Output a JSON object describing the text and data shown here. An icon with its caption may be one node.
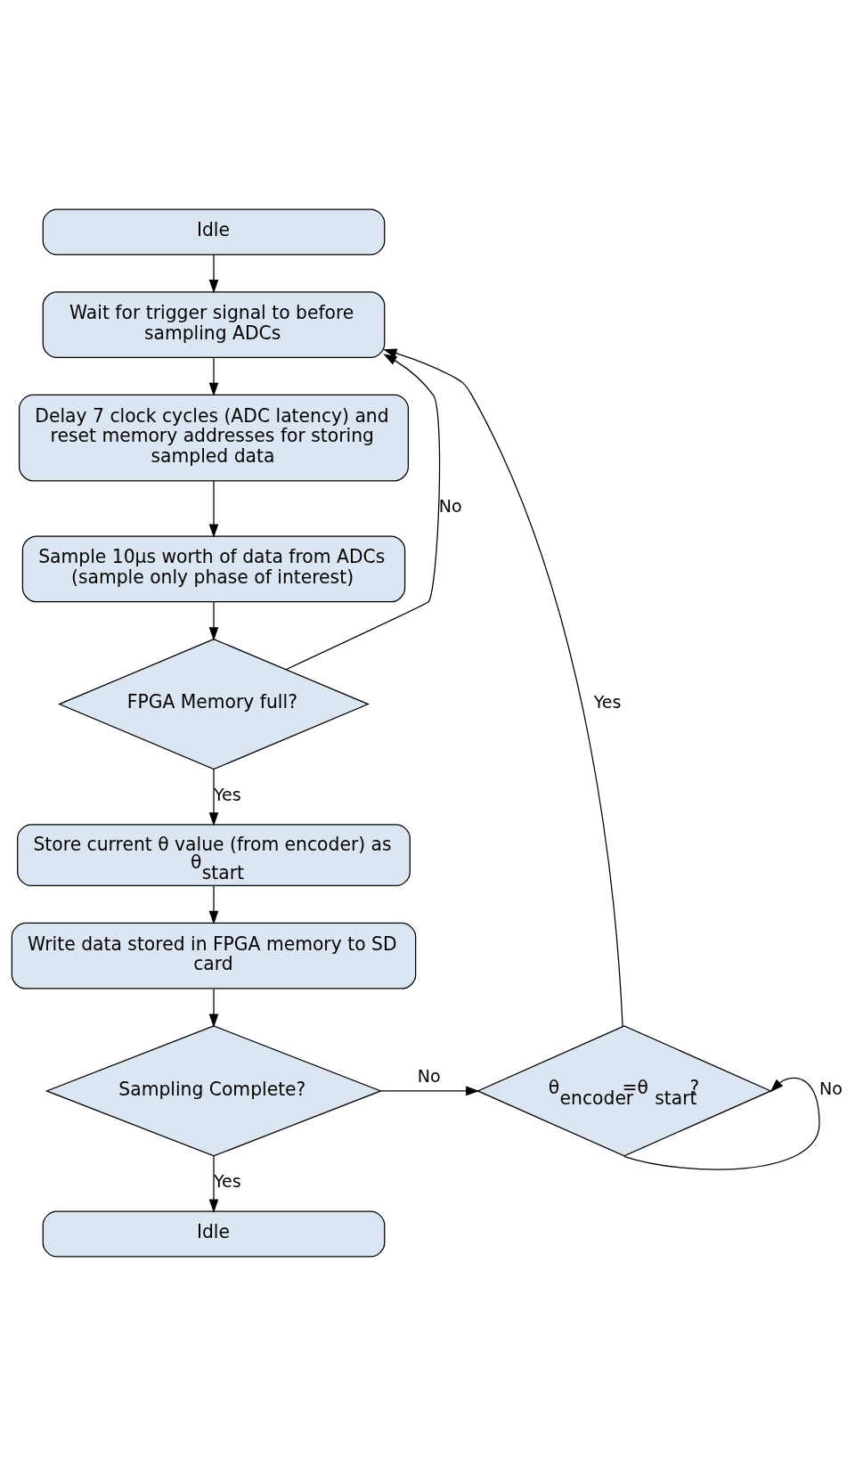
{
  "diagram": {
    "nodes": [
      {
        "text": [
          "Idle"
        ]
      },
      {
        "text": [
          "Wait for trigger signal to before sampling ADCs"
        ]
      },
      {
        "text": [
          "Delay 7 clock cycles (ADC latency) and reset memory addresses for storing sampled data"
        ]
      },
      {
        "text": [
          "Sample 10µs worth of data from ADCs (sample only phase of interest)"
        ]
      },
      {
        "text": [
          "FPGA Memory full?"
        ]
      },
      {
        "text": [
          "Store current θ value (from encoder) as θ$_{start}$"
        ]
      },
      {
        "text": [
          "Write data stored in FPGA memory to SD card"
        ]
      },
      {
        "text": [
          "Sampling Complete?"
        ]
      },
      {
        "text": [
          "θ$_{encoder}$ =θ$_{start}$?"
        ]
      },
      {
        "text": [
          "Idle"
        ]
      }
    ],
    "edges": [
      {
        "from": 0,
        "to": 1,
        "arrow": "to"
      },
      {
        "from": 1,
        "to": 2,
        "arrow": "to"
      },
      {
        "from": 2,
        "to": 3,
        "arrow": "to"
      },
      {
        "from": 3,
        "to": 4,
        "arrow": "to"
      },
      {
        "from": 4,
        "to": 1,
        "arrow": "to",
        "label": "No"
      },
      {
        "from": 4,
        "to": 5,
        "arrow": "to",
        "label": "Yes"
      },
      {
        "from": 5,
        "to": 6,
        "arrow": "to"
      },
      {
        "from": 6,
        "to": 7,
        "arrow": "to"
      },
      {
        "from": 7,
        "to": 8,
        "arrow": "to",
        "label": "No"
      },
      {
        "from": 7,
        "to": 9,
        "arrow": "to",
        "label": "Yes"
      },
      {
        "from": 8,
        "to": 1,
        "arrow": "to",
        "label": "Yes"
      },
      {
        "from": 8,
        "to": 8,
        "arrow": "to",
        "label": "No"
      }
    ]
  }
}
